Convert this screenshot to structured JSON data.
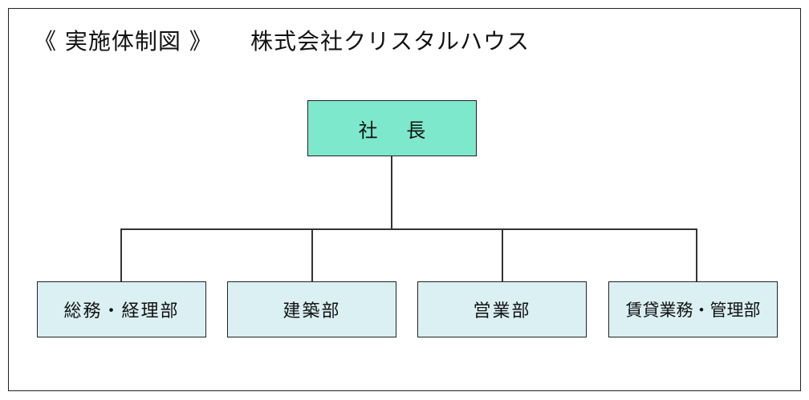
{
  "header": {
    "title": "《 実施体制図 》",
    "company": "株式会社クリスタルハウス"
  },
  "org_chart": {
    "root": {
      "label": "社 長",
      "color": "#7ee8cc"
    },
    "departments": [
      {
        "label": "総務・経理部",
        "color": "#dbf0f3"
      },
      {
        "label": "建築部",
        "color": "#dbf0f3"
      },
      {
        "label": "営業部",
        "color": "#dbf0f3"
      },
      {
        "label": "賃貸業務・管理部",
        "color": "#dbf0f3"
      }
    ],
    "line_color": "#333333",
    "border_color": "#222222"
  }
}
